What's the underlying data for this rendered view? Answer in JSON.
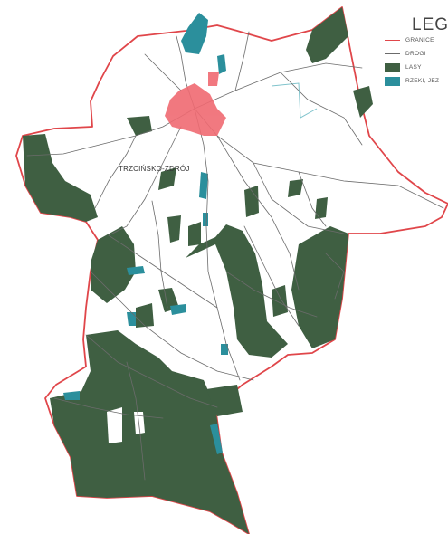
{
  "legend": {
    "title": "LEGI",
    "items": [
      {
        "label": "GRANICE",
        "kind": "line",
        "color": "#e0464a"
      },
      {
        "label": "DROGI",
        "kind": "line",
        "color": "#6b6b6b"
      },
      {
        "label": "LASY",
        "kind": "box",
        "color": "#3f5f42"
      },
      {
        "label": "RZEKI, JEZ",
        "kind": "box",
        "color": "#2b8f9c"
      }
    ]
  },
  "map": {
    "town_label": "TRZCIŃSKO-ZDRÓJ",
    "colors": {
      "boundary": "#e0464a",
      "roads": "#6b6b6b",
      "forest": "#3f5f42",
      "water": "#2b8f9c",
      "town": "#f06a72",
      "land": "#ffffff"
    }
  }
}
